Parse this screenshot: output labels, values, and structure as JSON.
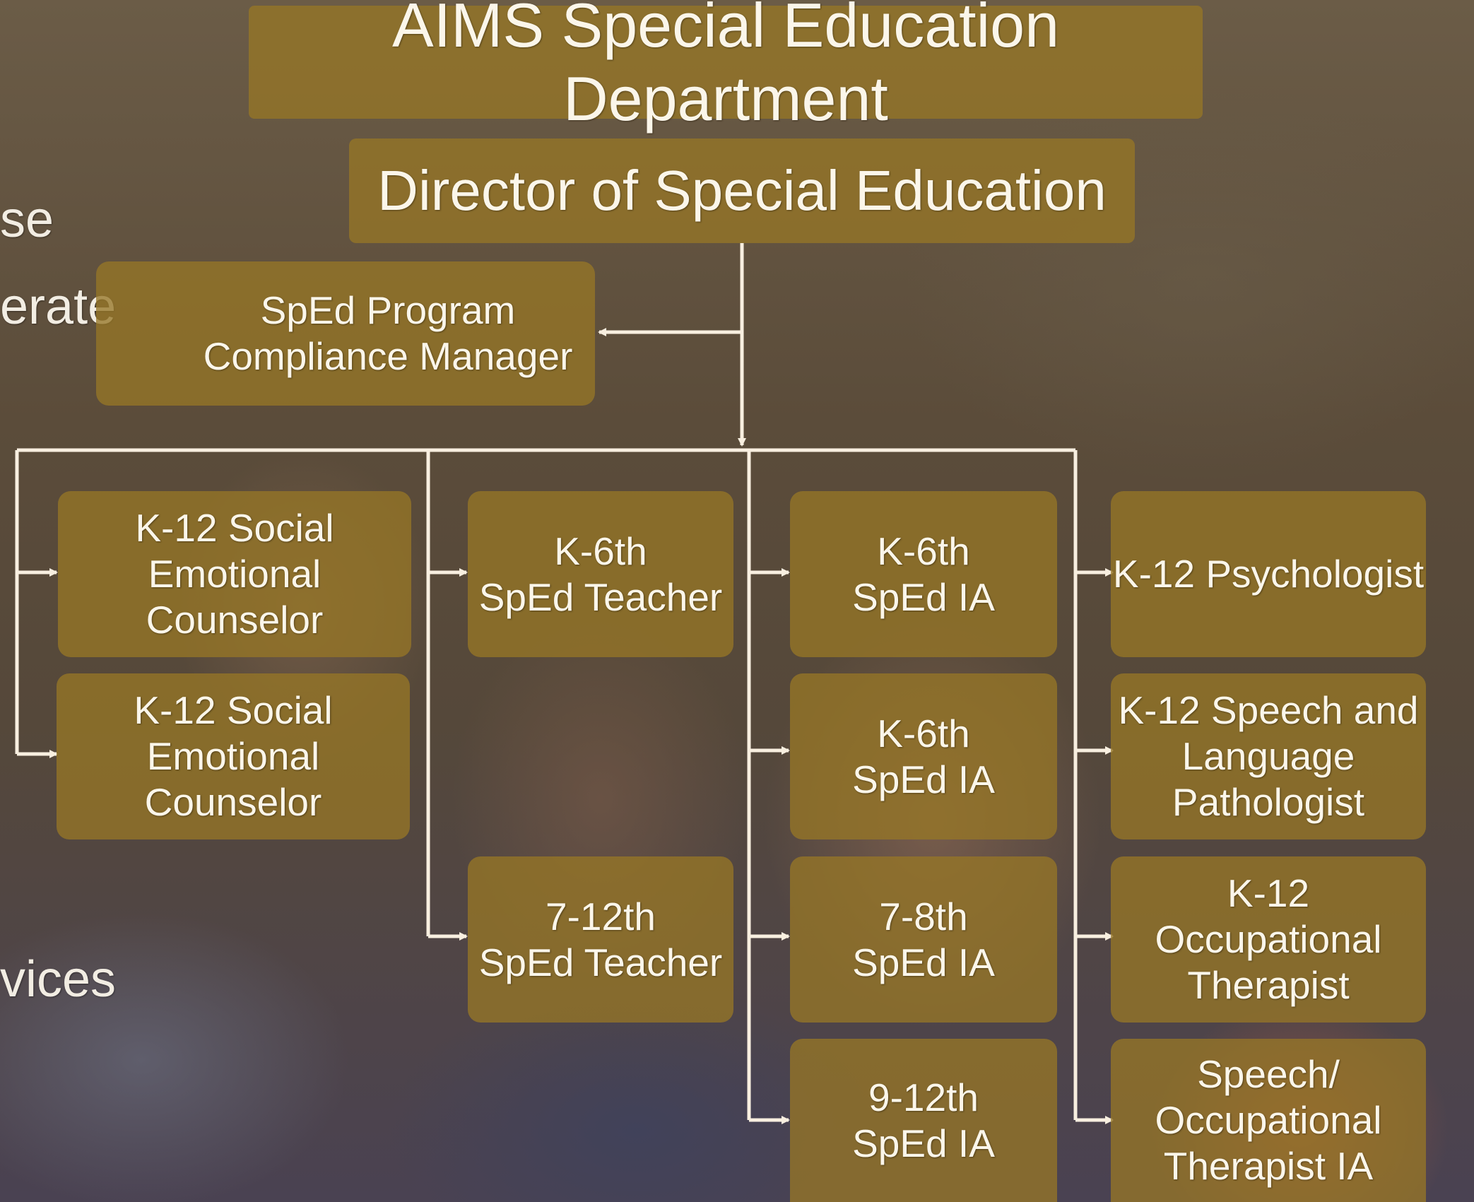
{
  "title": "AIMS Special Education Department",
  "director": "Director of Special Education",
  "compliance_manager": "SpEd Program\nCompliance Manager",
  "column_1": [
    "K-12 Social Emotional\nCounselor",
    "K-12 Social Emotional\nCounselor"
  ],
  "column_2": [
    "K-6th\nSpEd Teacher",
    "7-12th\nSpEd Teacher"
  ],
  "column_3": [
    "K-6th\nSpEd IA",
    "K-6th\nSpEd IA",
    "7-8th\nSpEd IA",
    "9-12th\nSpEd IA"
  ],
  "column_4": [
    "K-12 Psychologist",
    "K-12 Speech and\nLanguage\nPathologist",
    "K-12 Occupational\nTherapist",
    "Speech/\nOccupational\nTherapist IA"
  ],
  "cut_off_left_text": [
    "se",
    "erate",
    "vices"
  ],
  "colors": {
    "box_fill": "#967626",
    "text": "#fbf6ea",
    "connector": "#f8efe0"
  }
}
